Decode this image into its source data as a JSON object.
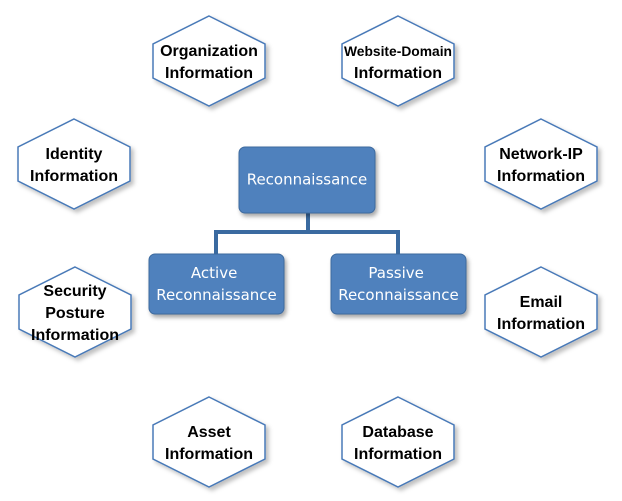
{
  "colors": {
    "box_fill": "#4f81bd",
    "box_stroke": "#3d6a9e",
    "connector": "#3a6aa0",
    "hex_fill": "#ffffff",
    "hex_stroke": "#4a7ab8",
    "hex_text": "#000000",
    "box_text": "#ffffff"
  },
  "center": {
    "label": "Reconnaissance"
  },
  "branches": [
    {
      "lines": [
        "Active",
        "Reconnaissance"
      ]
    },
    {
      "lines": [
        "Passive",
        "Reconnaissance"
      ]
    }
  ],
  "info_types": [
    {
      "lines": [
        "Organization",
        "Information"
      ]
    },
    {
      "lines": [
        "Website-Domain",
        "Information"
      ]
    },
    {
      "lines": [
        "Identity",
        "Information"
      ]
    },
    {
      "lines": [
        "Network-IP",
        "Information"
      ]
    },
    {
      "lines": [
        "Security",
        "Posture",
        "Information"
      ]
    },
    {
      "lines": [
        "Email",
        "Information"
      ]
    },
    {
      "lines": [
        "Asset",
        "Information"
      ]
    },
    {
      "lines": [
        "Database",
        "Information"
      ]
    }
  ]
}
